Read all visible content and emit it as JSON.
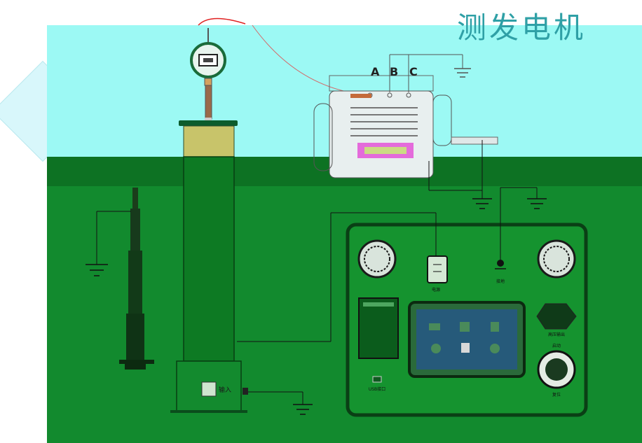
{
  "title": "测发电机",
  "phases": [
    "A",
    "B",
    "C"
  ],
  "labels": {
    "input_port": "输入",
    "usb_port": "USB接口",
    "power": "电源",
    "ground": "接地",
    "hv_output": "高压输出",
    "start": "启动",
    "stop": "复位"
  }
}
